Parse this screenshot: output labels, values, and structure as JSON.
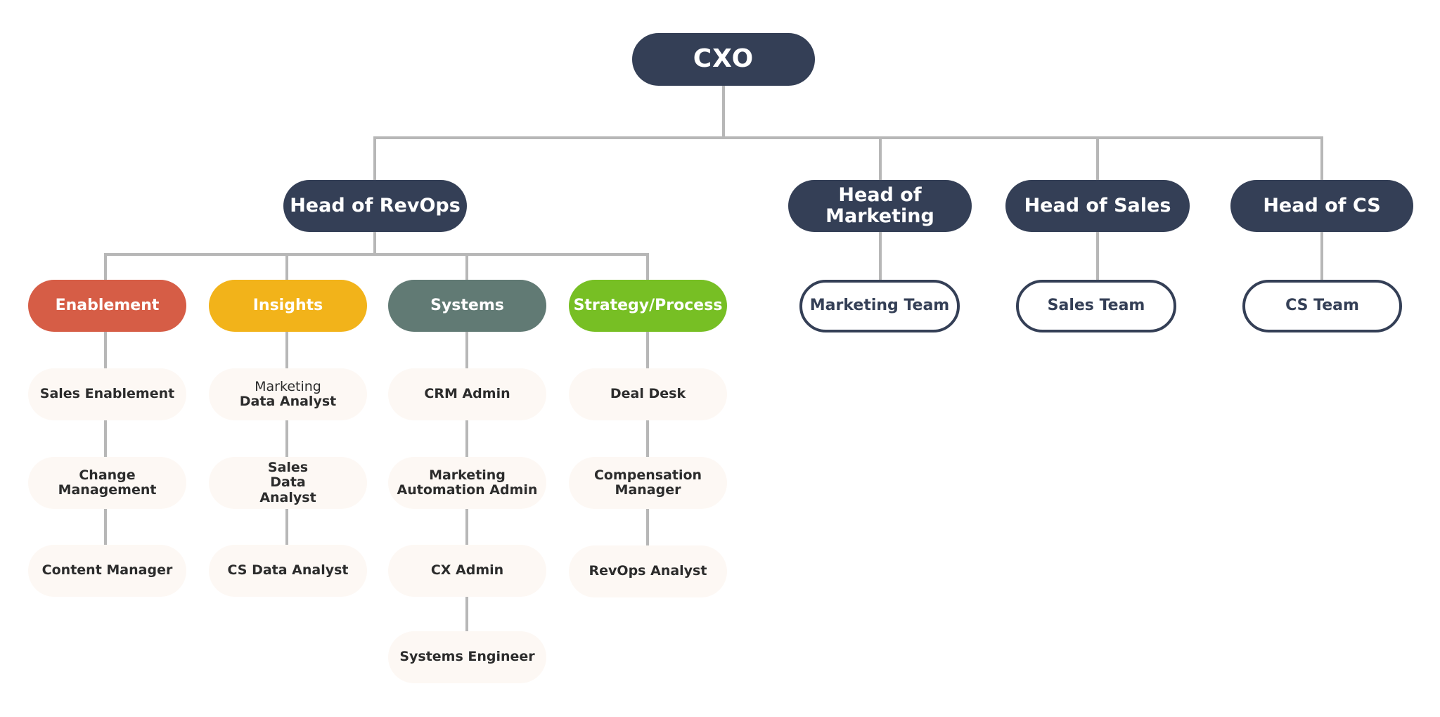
{
  "colors": {
    "executive": "#343f56",
    "connector": "#b7b7b7",
    "role_background": "#fdf8f4",
    "enablement": "#d65d46",
    "insights": "#f2b31a",
    "systems": "#617a74",
    "strategy_process": "#77bf24"
  },
  "root": {
    "label": "CXO"
  },
  "heads": {
    "revops": "Head of RevOps",
    "marketing_line1": "Head of",
    "marketing_line2": "Marketing",
    "sales": "Head of Sales",
    "cs": "Head of CS"
  },
  "teams": {
    "marketing": "Marketing Team",
    "sales": "Sales Team",
    "cs": "CS Team"
  },
  "groups": {
    "enablement": {
      "label": "Enablement",
      "roles": [
        "Sales Enablement",
        "Change Management",
        "Content Manager"
      ]
    },
    "insights": {
      "label": "Insights",
      "roles": [
        "Marketing",
        "Data Analyst",
        "Sales Data Analyst",
        "CS Data Analyst"
      ]
    },
    "systems": {
      "label": "Systems",
      "roles": [
        "CRM Admin",
        "Marketing Automation Admin",
        "CX Admin",
        "Systems Engineer"
      ]
    },
    "strategy_process": {
      "label": "Strategy/Process",
      "roles": [
        "Deal Desk",
        "Compensation Manager",
        "RevOps Analyst"
      ]
    }
  }
}
